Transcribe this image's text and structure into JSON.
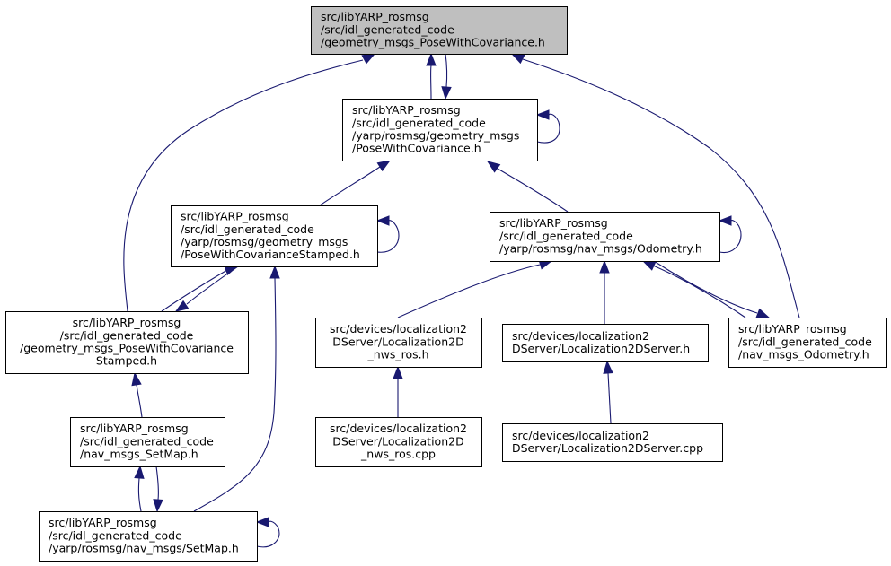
{
  "colors": {
    "edge": "#191970",
    "node_fill": "#ffffff",
    "root_fill": "#bfbfbf",
    "node_border": "#000000"
  },
  "nodes": [
    {
      "id": "root",
      "root": true,
      "lines": [
        "src/libYARP_rosmsg",
        "/src/idl_generated_code",
        "/geometry_msgs_PoseWithCovariance.h"
      ]
    },
    {
      "id": "yarp-pwc",
      "lines": [
        "src/libYARP_rosmsg",
        "/src/idl_generated_code",
        "/yarp/rosmsg/geometry_msgs",
        "/PoseWithCovariance.h"
      ]
    },
    {
      "id": "yarp-pwcs",
      "lines": [
        "src/libYARP_rosmsg",
        "/src/idl_generated_code",
        "/yarp/rosmsg/geometry_msgs",
        "/PoseWithCovarianceStamped.h"
      ]
    },
    {
      "id": "yarp-odom",
      "lines": [
        "src/libYARP_rosmsg",
        "/src/idl_generated_code",
        "/yarp/rosmsg/nav_msgs/Odometry.h"
      ]
    },
    {
      "id": "gm-pwcs",
      "lines": [
        "src/libYARP_rosmsg",
        "/src/idl_generated_code",
        "/geometry_msgs_PoseWithCovariance",
        "Stamped.h"
      ]
    },
    {
      "id": "nws-h",
      "lines": [
        "src/devices/localization2",
        "DServer/Localization2D",
        "_nws_ros.h"
      ]
    },
    {
      "id": "l2d-h",
      "lines": [
        "src/devices/localization2",
        "DServer/Localization2DServer.h"
      ]
    },
    {
      "id": "nav-odom",
      "lines": [
        "src/libYARP_rosmsg",
        "/src/idl_generated_code",
        "/nav_msgs_Odometry.h"
      ]
    },
    {
      "id": "nav-setmap",
      "lines": [
        "src/libYARP_rosmsg",
        "/src/idl_generated_code",
        "/nav_msgs_SetMap.h"
      ]
    },
    {
      "id": "nws-cpp",
      "lines": [
        "src/devices/localization2",
        "DServer/Localization2D",
        "_nws_ros.cpp"
      ]
    },
    {
      "id": "l2d-cpp",
      "lines": [
        "src/devices/localization2",
        "DServer/Localization2DServer.cpp"
      ]
    },
    {
      "id": "yarp-setmap",
      "lines": [
        "src/libYARP_rosmsg",
        "/src/idl_generated_code",
        "/yarp/rosmsg/nav_msgs/SetMap.h"
      ]
    }
  ],
  "edges": [
    {
      "from": "yarp-pwc",
      "to": "root"
    },
    {
      "from": "root",
      "to": "yarp-pwc"
    },
    {
      "from": "gm-pwcs",
      "to": "root"
    },
    {
      "from": "nav-odom",
      "to": "root"
    },
    {
      "from": "yarp-pwc",
      "to": "yarp-pwc"
    },
    {
      "from": "yarp-pwcs",
      "to": "yarp-pwc"
    },
    {
      "from": "yarp-odom",
      "to": "yarp-pwc"
    },
    {
      "from": "yarp-pwcs",
      "to": "yarp-pwcs"
    },
    {
      "from": "gm-pwcs",
      "to": "yarp-pwcs"
    },
    {
      "from": "yarp-pwcs",
      "to": "gm-pwcs"
    },
    {
      "from": "yarp-setmap",
      "to": "yarp-pwcs"
    },
    {
      "from": "yarp-odom",
      "to": "yarp-odom"
    },
    {
      "from": "nws-h",
      "to": "yarp-odom"
    },
    {
      "from": "l2d-h",
      "to": "yarp-odom"
    },
    {
      "from": "nav-odom",
      "to": "yarp-odom"
    },
    {
      "from": "yarp-odom",
      "to": "nav-odom"
    },
    {
      "from": "nav-setmap",
      "to": "gm-pwcs"
    },
    {
      "from": "nws-cpp",
      "to": "nws-h"
    },
    {
      "from": "l2d-cpp",
      "to": "l2d-h"
    },
    {
      "from": "yarp-setmap",
      "to": "nav-setmap"
    },
    {
      "from": "nav-setmap",
      "to": "yarp-setmap"
    },
    {
      "from": "yarp-setmap",
      "to": "yarp-setmap"
    }
  ]
}
